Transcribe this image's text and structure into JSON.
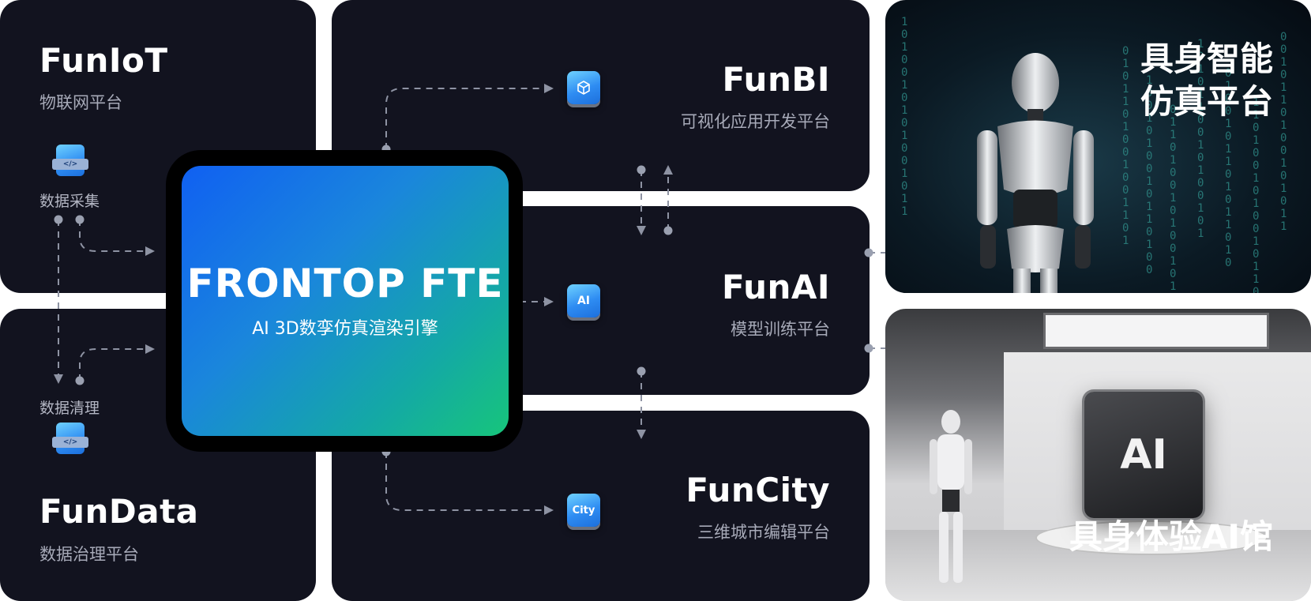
{
  "funiot": {
    "title": "FunIoT",
    "subtitle": "物联网平台"
  },
  "fundata": {
    "title": "FunData",
    "subtitle": "数据治理平台"
  },
  "steps": {
    "collect": "数据采集",
    "clean": "数据清理"
  },
  "engine": {
    "title": "FRONTOP FTE",
    "subtitle": "AI 3D数孪仿真渲染引擎"
  },
  "funbi": {
    "title": "FunBI",
    "subtitle": "可视化应用开发平台"
  },
  "funai": {
    "title": "FunAI",
    "subtitle": "模型训练平台",
    "icon_text": "AI"
  },
  "funcity": {
    "title": "FunCity",
    "subtitle": "三维城市编辑平台",
    "icon_text": "City"
  },
  "sim": {
    "line1": "具身智能",
    "line2": "仿真平台"
  },
  "hall": {
    "title": "具身体验AI馆",
    "cube_text": "AI"
  },
  "code_label": "</>",
  "code_columns": [
    "1010010101001011",
    "0101101001001101",
    "1001010010110100",
    "0110100101001010",
    "1010110010100101",
    "0100101101011010",
    "1101001010010110",
    "0010110100101011"
  ],
  "colors": {
    "card": "#12131f",
    "engine_start": "#1060f2",
    "engine_end": "#17c57b",
    "connector": "#8e93a3"
  }
}
